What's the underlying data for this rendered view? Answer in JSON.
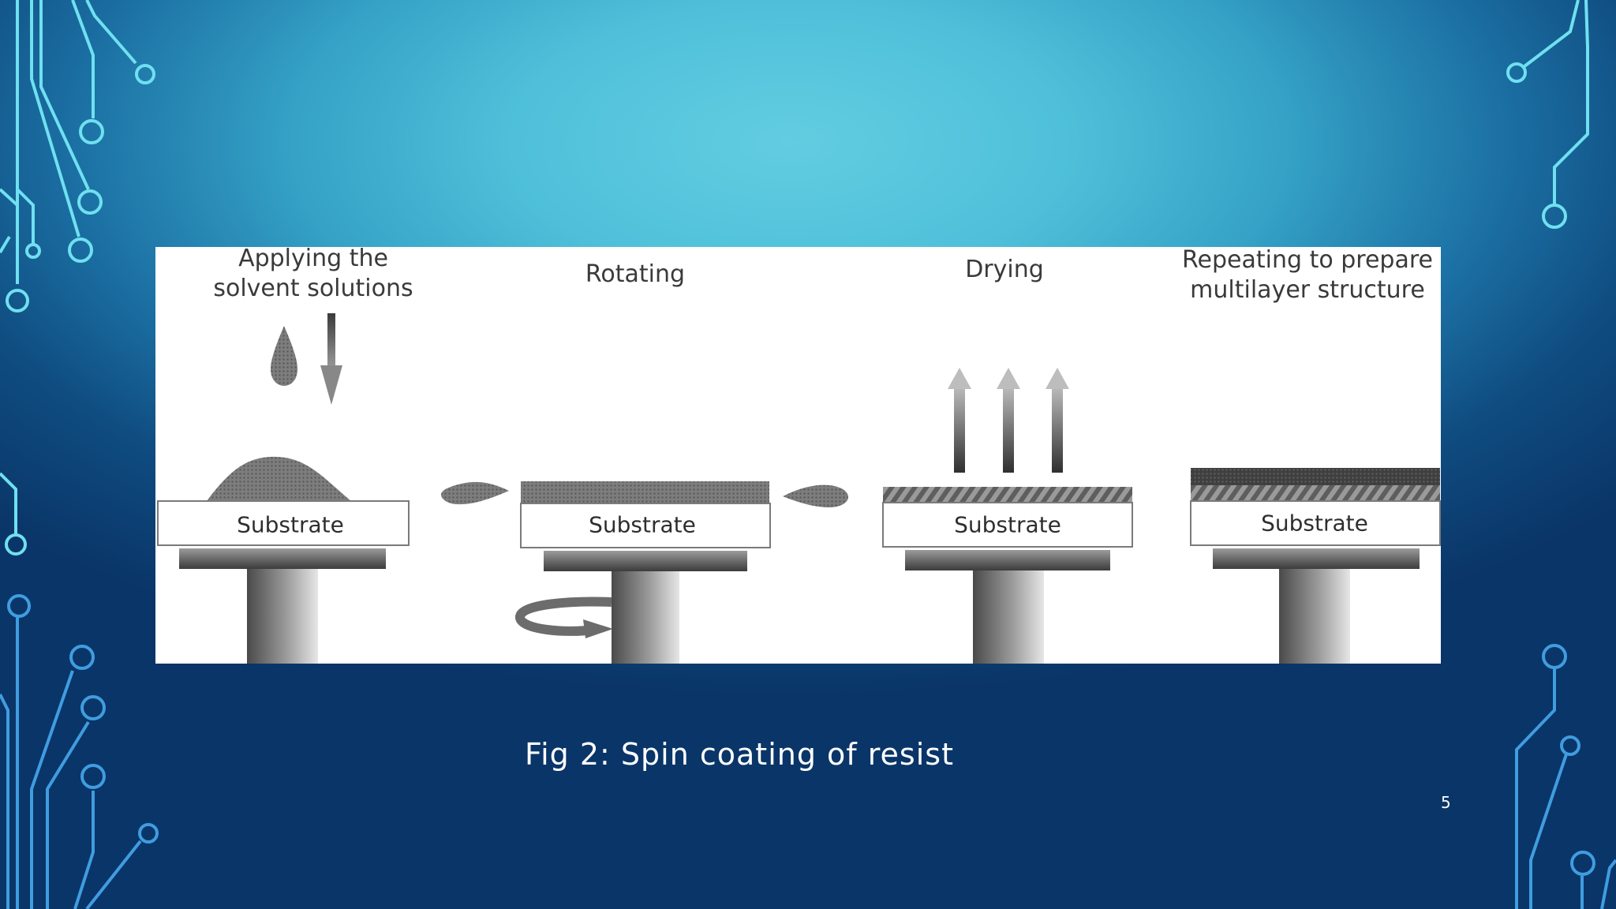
{
  "figure": {
    "steps": [
      {
        "title_line1": "Applying the",
        "title_line2": "solvent solutions",
        "substrate_label": "Substrate"
      },
      {
        "title_line1": "Rotating",
        "title_line2": "",
        "substrate_label": "Substrate"
      },
      {
        "title_line1": "Drying",
        "title_line2": "",
        "substrate_label": "Substrate"
      },
      {
        "title_line1": "Repeating to prepare",
        "title_line2": "multilayer structure",
        "substrate_label": "Substrate"
      }
    ]
  },
  "caption": "Fig 2: Spin coating of resist",
  "page_number": "5",
  "colors": {
    "background_light": "#62cde1",
    "background_dark": "#0a3568",
    "circuit_light": "#6fe0f0",
    "circuit_dark": "#3f9de0",
    "caption_text": "#ffffff"
  }
}
